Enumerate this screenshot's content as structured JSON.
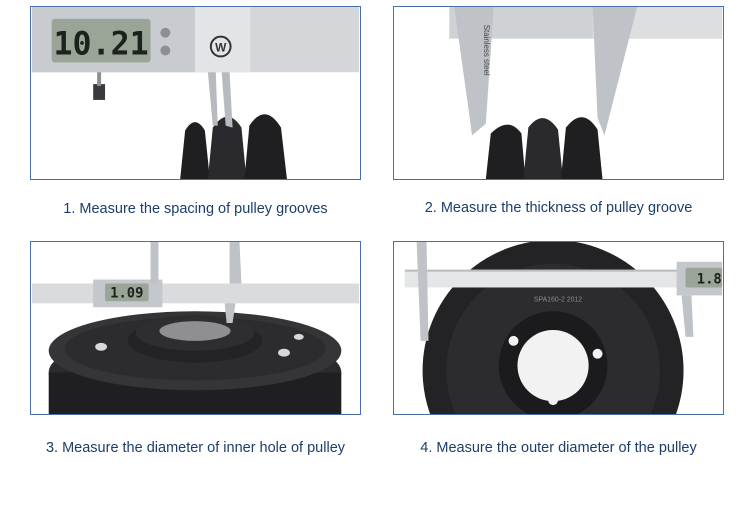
{
  "steps": [
    {
      "caption": "1. Measure the spacing of pulley grooves",
      "lcd": "10.21",
      "brand_mark": "W"
    },
    {
      "caption": "2. Measure the thickness of pulley groove",
      "engraving": "Stainless steel"
    },
    {
      "caption": "3. Measure the diameter of inner hole of pulley",
      "lcd": "1.09"
    },
    {
      "caption": "4. Measure the outer diameter of the pulley",
      "lcd": "1.8",
      "hub_text": "SPA160-2 2012"
    }
  ],
  "colors": {
    "border": "#4a6fa8",
    "caption": "#1e3d6b",
    "pulley": "#1c1c1e",
    "caliper": "#c9ccd0"
  }
}
